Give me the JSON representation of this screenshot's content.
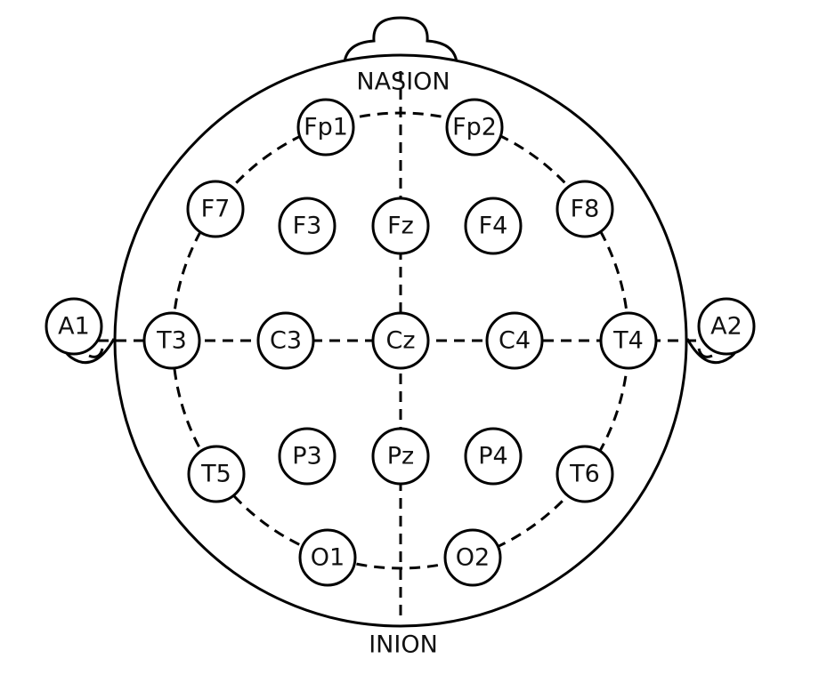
{
  "landmarks": {
    "nasion": "NASION",
    "inion": "INION"
  },
  "electrodes": [
    {
      "id": "fp1",
      "label": "Fp1"
    },
    {
      "id": "fp2",
      "label": "Fp2"
    },
    {
      "id": "f7",
      "label": "F7"
    },
    {
      "id": "f3",
      "label": "F3"
    },
    {
      "id": "fz",
      "label": "Fz"
    },
    {
      "id": "f4",
      "label": "F4"
    },
    {
      "id": "f8",
      "label": "F8"
    },
    {
      "id": "a1",
      "label": "A1"
    },
    {
      "id": "t3",
      "label": "T3"
    },
    {
      "id": "c3",
      "label": "C3"
    },
    {
      "id": "cz",
      "label": "Cz"
    },
    {
      "id": "c4",
      "label": "C4"
    },
    {
      "id": "t4",
      "label": "T4"
    },
    {
      "id": "a2",
      "label": "A2"
    },
    {
      "id": "t5",
      "label": "T5"
    },
    {
      "id": "p3",
      "label": "P3"
    },
    {
      "id": "pz",
      "label": "Pz"
    },
    {
      "id": "p4",
      "label": "P4"
    },
    {
      "id": "t6",
      "label": "T6"
    },
    {
      "id": "o1",
      "label": "O1"
    },
    {
      "id": "o2",
      "label": "O2"
    }
  ],
  "colors": {
    "stroke": "#000000",
    "fill": "#ffffff",
    "text": "#111111"
  }
}
